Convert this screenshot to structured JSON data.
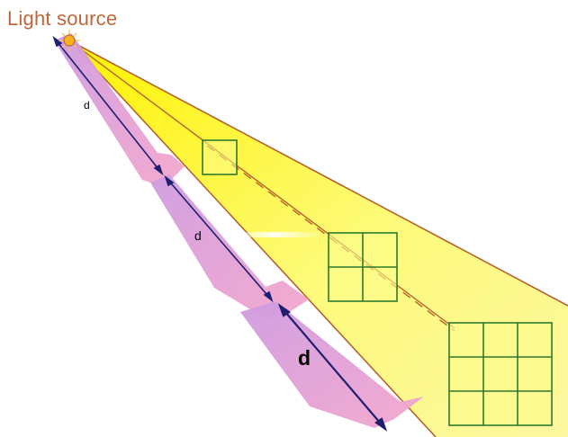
{
  "title": "Light source",
  "distance_labels": {
    "first": "d",
    "second": "d",
    "third": "d"
  },
  "colors": {
    "title": "#c0673a",
    "light_cone_fill": "#fdfa7a",
    "cone_edge": "#b5622c",
    "grid_line": "#2f7a2f",
    "grid_fill": "#fbfb8c",
    "arrow_fill": "#ec9fce",
    "distance_line": "#1f1f70",
    "light_source": "#f7b21b"
  },
  "grids": [
    {
      "rows": 1,
      "cols": 1
    },
    {
      "rows": 2,
      "cols": 2
    },
    {
      "rows": 3,
      "cols": 3
    }
  ]
}
